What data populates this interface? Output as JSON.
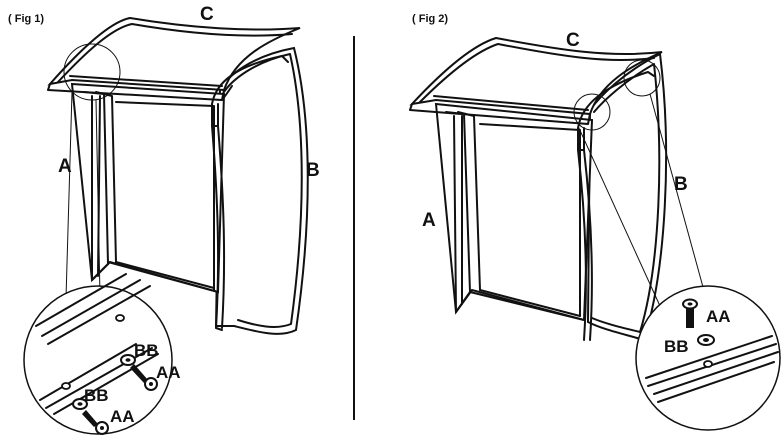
{
  "figures": [
    {
      "caption": "( Fig 1)",
      "parts": {
        "a": "A",
        "b": "B",
        "c": "C"
      },
      "detail": {
        "washer_upper": "BB",
        "bolt_upper": "AA",
        "washer_lower": "BB",
        "bolt_lower": "AA"
      }
    },
    {
      "caption": "( Fig 2)",
      "parts": {
        "a": "A",
        "b": "B",
        "c": "C"
      },
      "detail": {
        "bolt": "AA",
        "washer": "BB"
      }
    }
  ]
}
